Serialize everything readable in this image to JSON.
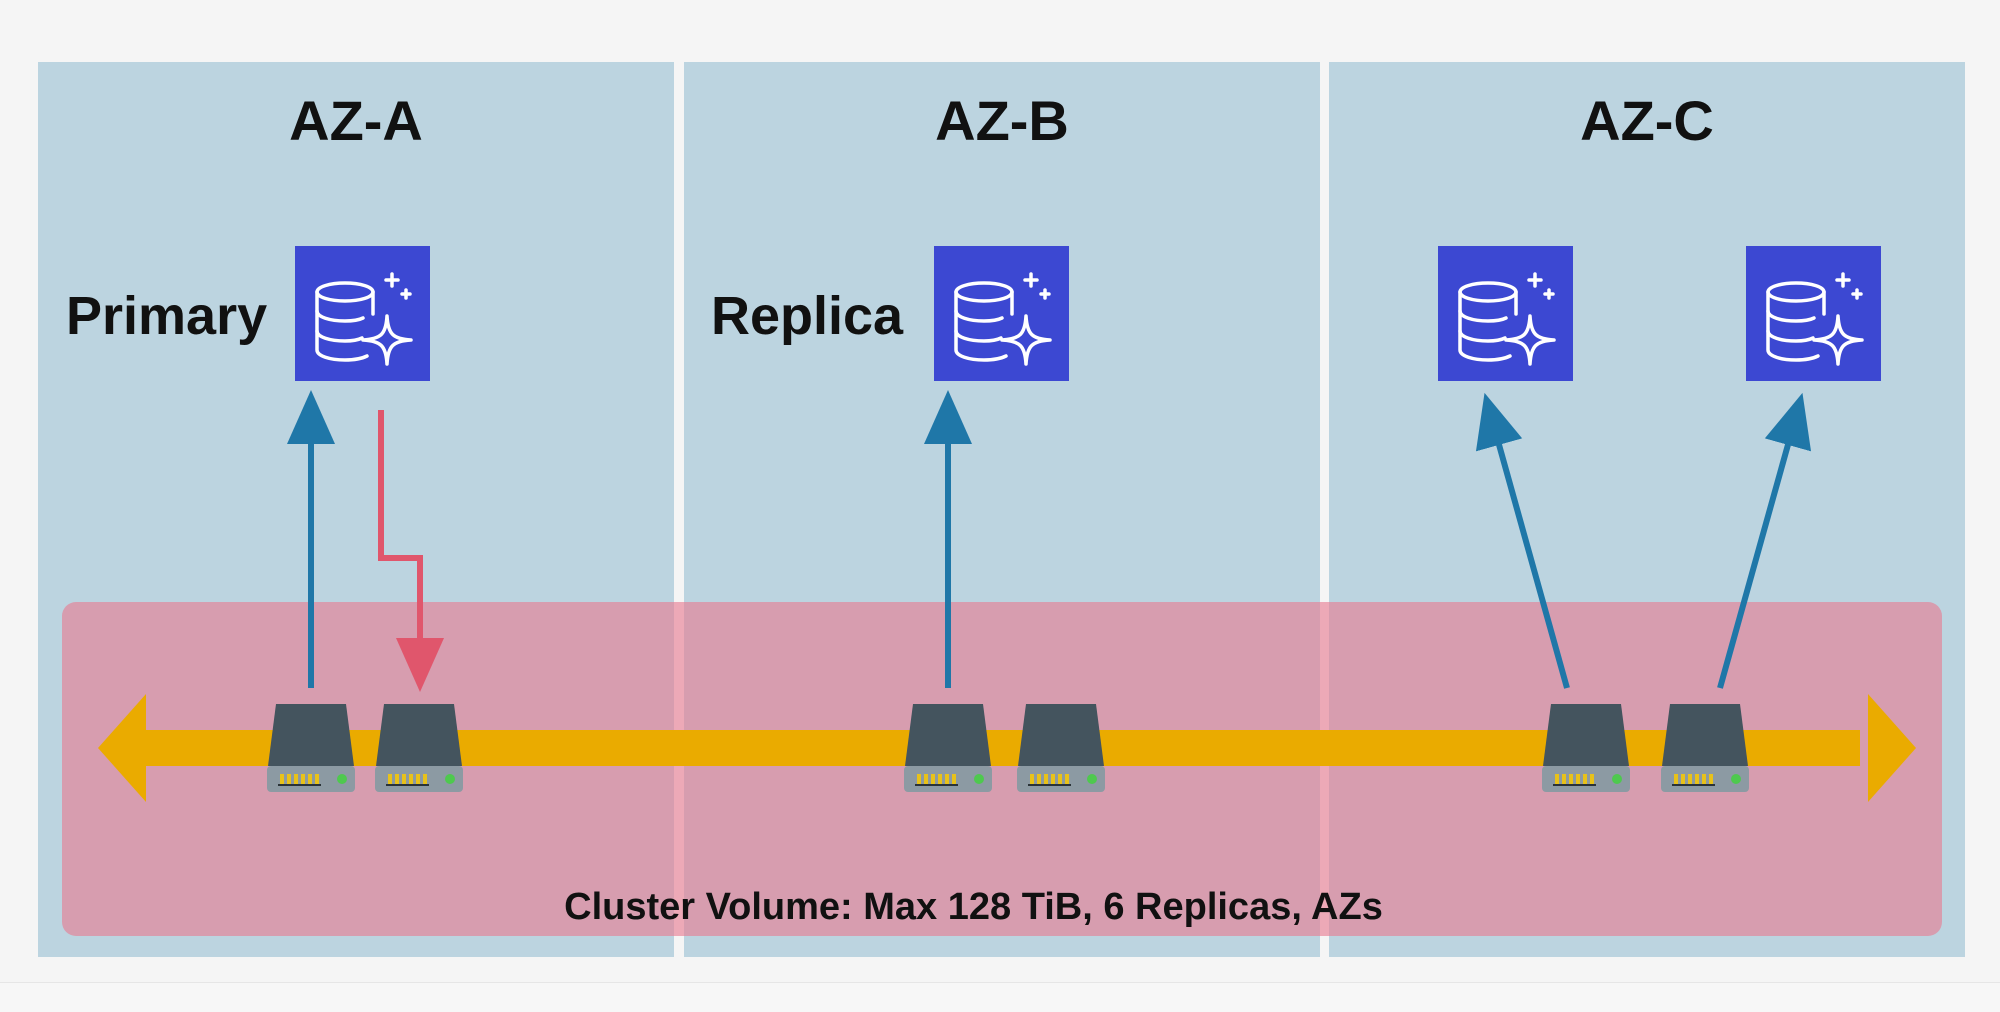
{
  "zones": [
    {
      "title": "AZ-A"
    },
    {
      "title": "AZ-B"
    },
    {
      "title": "AZ-C"
    }
  ],
  "roles": {
    "primary": "Primary",
    "replica": "Replica"
  },
  "cluster": {
    "caption": "Cluster Volume: Max 128 TiB, 6 Replicas, AZs"
  },
  "colors": {
    "az_background": "#bcd4e0",
    "cluster_band": "#e87a92",
    "db_icon": "#3c48d2",
    "read_arrow": "#1f77a8",
    "write_arrow": "#e0566c",
    "storage_bus": "#eaab00",
    "drive_body": "#44545e"
  },
  "icons": {
    "database": "database-sparkle-icon",
    "drive": "storage-drive-icon"
  }
}
